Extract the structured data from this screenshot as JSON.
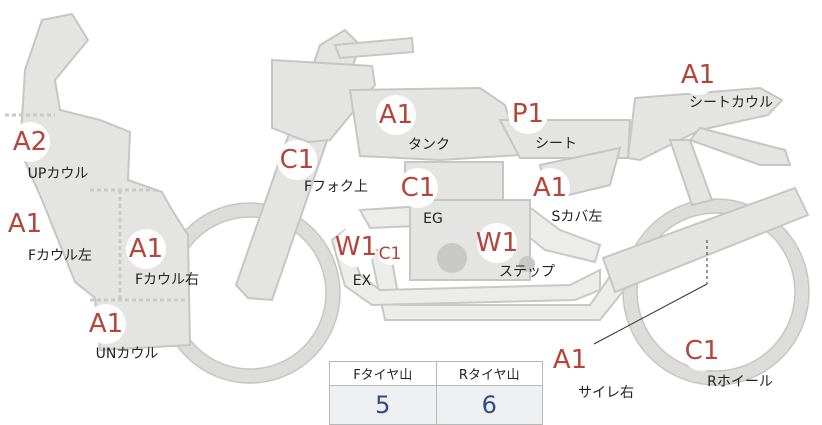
{
  "parts": [
    {
      "id": "up-cowl",
      "grade": "A2",
      "label": "UPカウル"
    },
    {
      "id": "f-cowl-left",
      "grade": "A1",
      "label": "Fカウル左"
    },
    {
      "id": "f-cowl-right",
      "grade": "A1",
      "label": "Fカウル右"
    },
    {
      "id": "un-cowl",
      "grade": "A1",
      "label": "UNカウル"
    },
    {
      "id": "f-fork-upper",
      "grade": "C1",
      "label": "Fフォク上"
    },
    {
      "id": "tank",
      "grade": "A1",
      "label": "タンク"
    },
    {
      "id": "seat",
      "grade": "P1",
      "label": "シート"
    },
    {
      "id": "seat-cowl",
      "grade": "A1",
      "label": "シートカウル"
    },
    {
      "id": "engine",
      "grade": "C1",
      "label": "EG"
    },
    {
      "id": "s-cover-left",
      "grade": "A1",
      "label": "Sカバ左"
    },
    {
      "id": "exhaust",
      "grade": "W1",
      "grade2": "C1",
      "label": "EX"
    },
    {
      "id": "step",
      "grade": "W1",
      "label": "ステップ"
    },
    {
      "id": "silencer-right",
      "grade": "A1",
      "label": "サイレ右"
    },
    {
      "id": "r-wheel",
      "grade": "C1",
      "label": "Rホイール"
    }
  ],
  "tire_table": {
    "headers": [
      "Fタイヤ山",
      "Rタイヤ山"
    ],
    "values": [
      "5",
      "6"
    ]
  },
  "colors": {
    "grade": "#b5453a",
    "table_value": "#2f4a86",
    "part_fill": "#e4e4e2"
  }
}
